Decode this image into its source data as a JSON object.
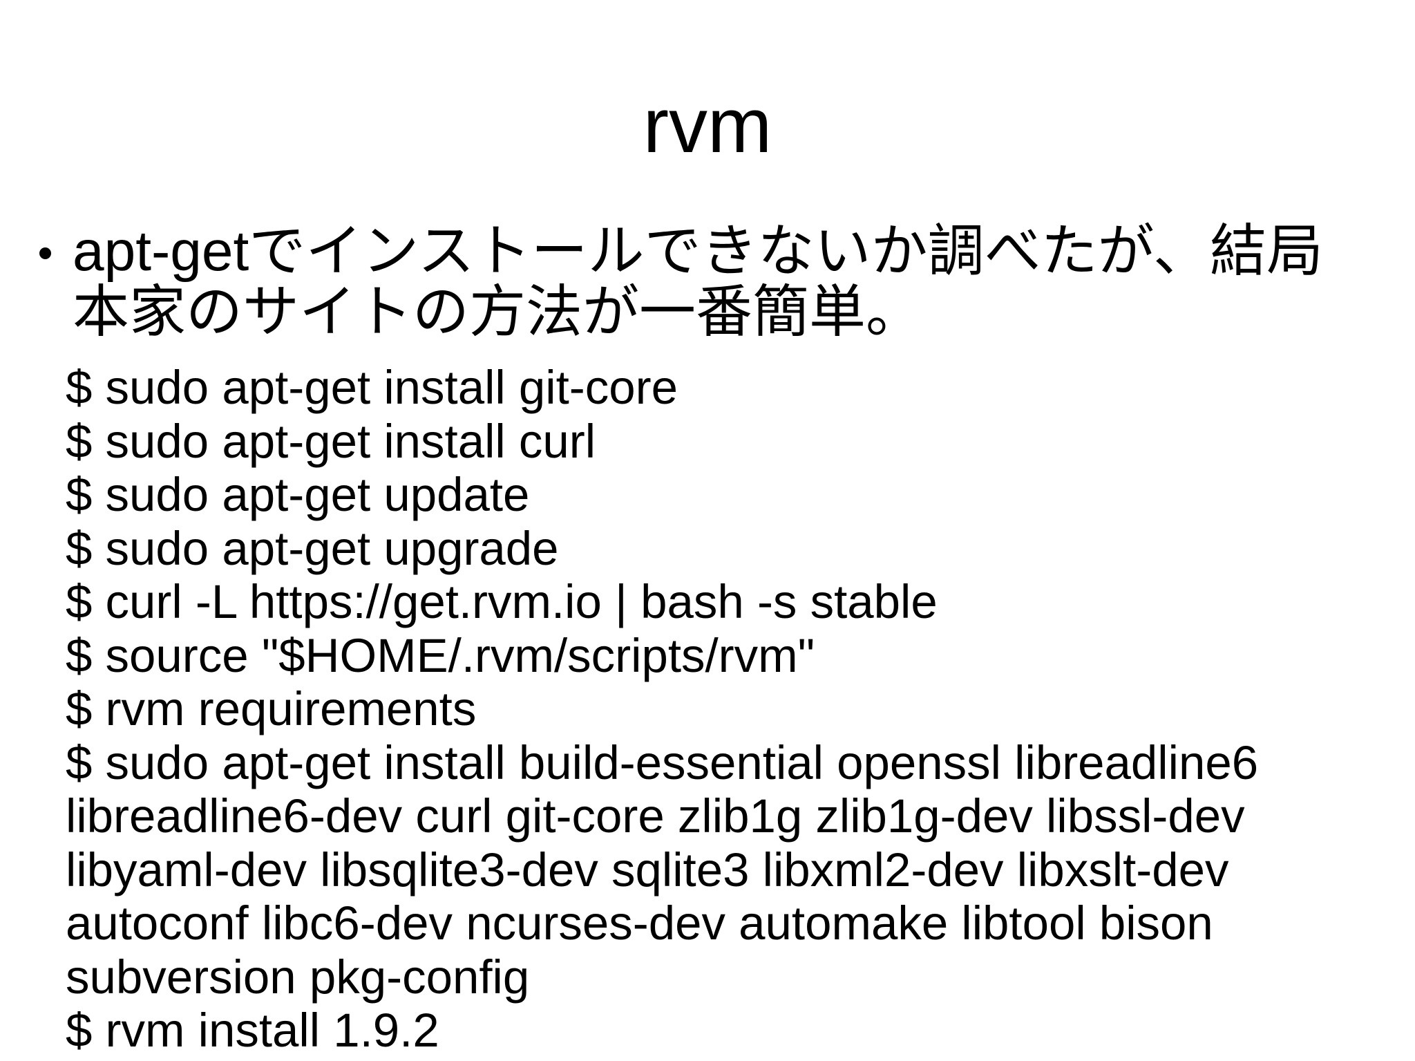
{
  "slide": {
    "title": "rvm",
    "bullet": {
      "marker": "•",
      "line1_latin": "apt-get",
      "line1_jp": "でインストールできないか調べたが、結局",
      "line2_jp": "本家のサイトの方法が一番簡単。"
    },
    "code": {
      "lines": [
        "$ sudo apt-get install git-core",
        "$ sudo apt-get install curl",
        "$ sudo apt-get update",
        "$ sudo apt-get upgrade",
        "$ curl -L https://get.rvm.io | bash -s stable",
        "$ source \"$HOME/.rvm/scripts/rvm\"",
        "$ rvm requirements",
        "$ sudo apt-get install build-essential openssl libreadline6",
        "libreadline6-dev curl git-core zlib1g zlib1g-dev libssl-dev",
        "libyaml-dev libsqlite3-dev sqlite3 libxml2-dev libxslt-dev",
        "autoconf libc6-dev ncurses-dev automake libtool bison",
        "subversion pkg-config",
        "$ rvm install 1.9.2"
      ]
    }
  },
  "colors": {
    "background": "#ffffff",
    "text": "#000000"
  }
}
